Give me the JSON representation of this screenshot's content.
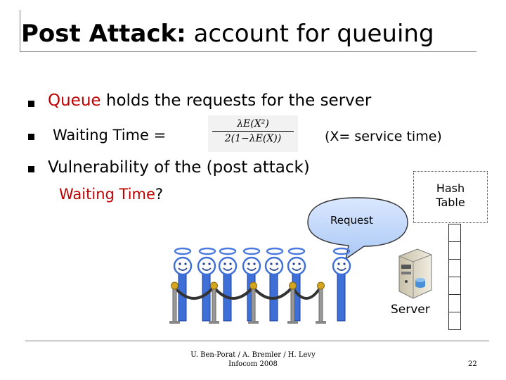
{
  "title": {
    "bold": "Post Attack:",
    "rest": " account for queuing"
  },
  "bullets": [
    {
      "red": "Queue",
      "text": " holds the requests for the server"
    },
    {
      "text": "Waiting Time ="
    },
    {
      "text": "Vulnerability of the (post attack)"
    }
  ],
  "formula": {
    "numerator": "λE(X²)",
    "denominator": "2(1−λE(X))"
  },
  "service_note": "(X= service time)",
  "bullet3_line2": {
    "red": "Waiting Time",
    "text": "?"
  },
  "bubble": "Request",
  "hash_table": {
    "line1": "Hash",
    "line2": "Table",
    "cells": 6
  },
  "server_label": "Server",
  "footer": {
    "line1": "U. Ben-Porat / A. Bremler / H. Levy",
    "line2": "Infocom 2008"
  },
  "page_number": "22",
  "colors": {
    "accent_red": "#c00000",
    "figure_blue": "#3d6fd6",
    "halo_blue": "#4a7ae0"
  }
}
